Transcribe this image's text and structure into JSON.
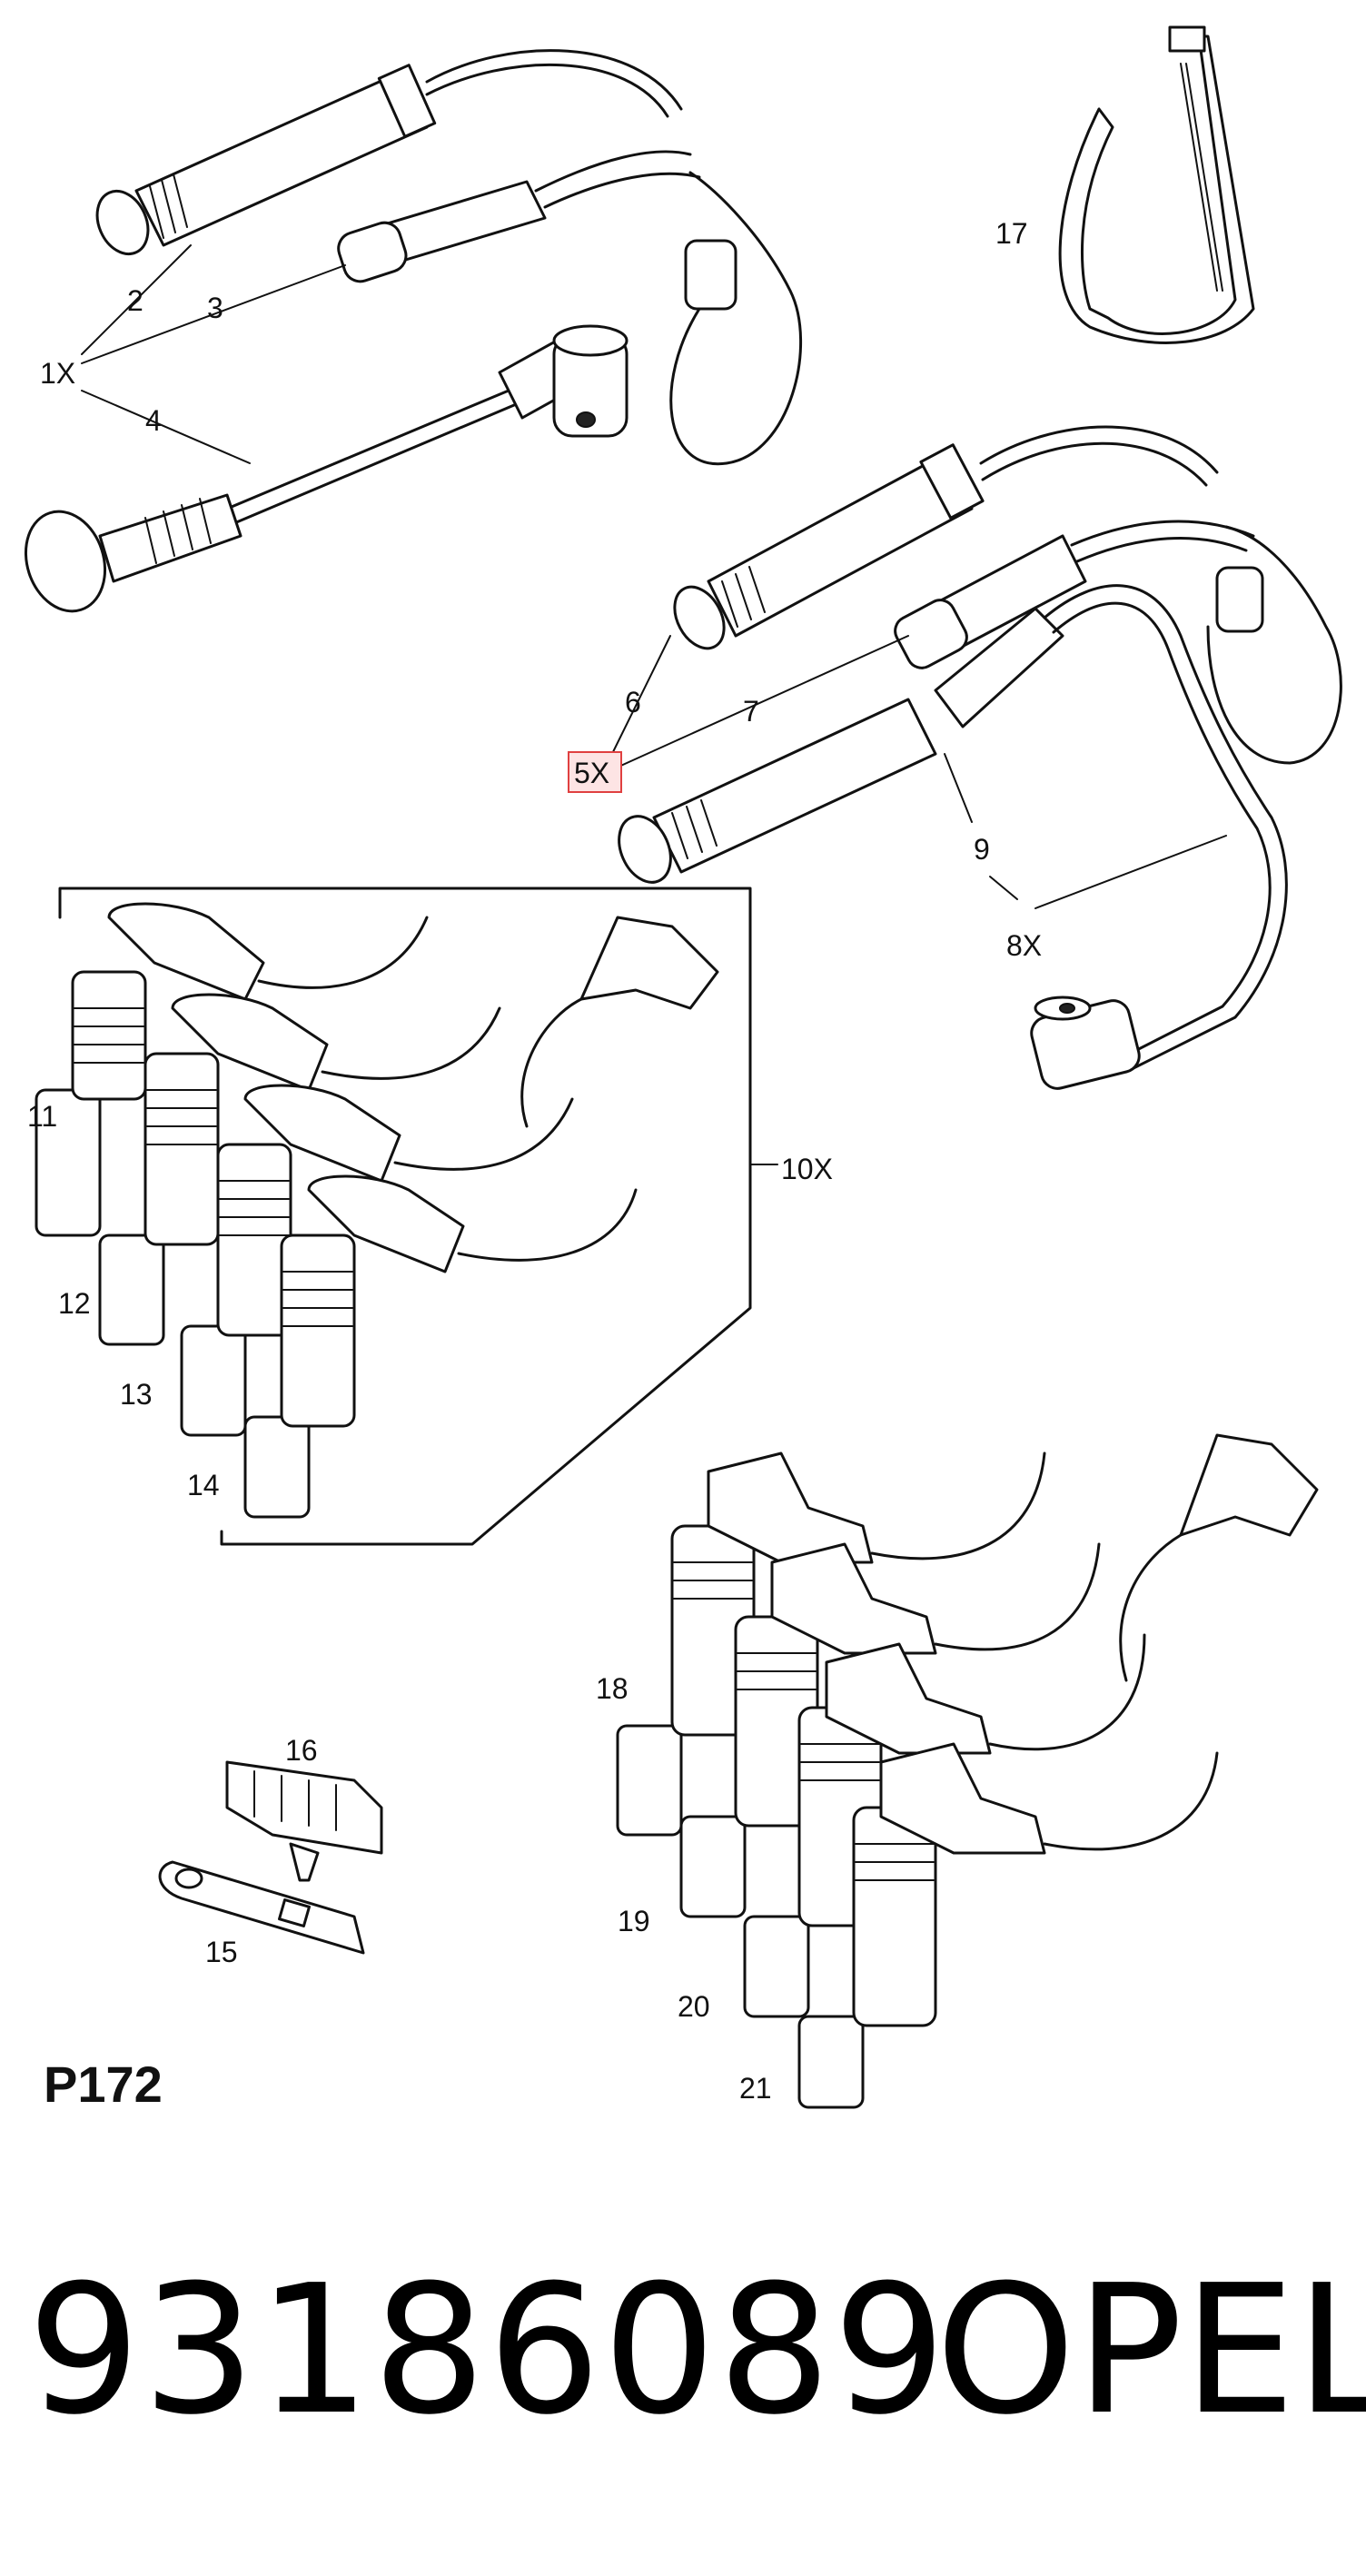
{
  "diagram": {
    "code": "P172",
    "callouts": {
      "c1x": "1X",
      "c2": "2",
      "c3": "3",
      "c4": "4",
      "c5x": "5X",
      "c6": "6",
      "c7": "7",
      "c8x": "8X",
      "c9": "9",
      "c10x": "10X",
      "c11": "11",
      "c12": "12",
      "c13": "13",
      "c14": "14",
      "c15": "15",
      "c16": "16",
      "c17": "17",
      "c18": "18",
      "c19": "19",
      "c20": "20",
      "c21": "21"
    },
    "highlighted_callout": "5X",
    "highlight_color": "#e04040"
  },
  "footer": {
    "part_number": "93186089",
    "brand": "OPEL"
  }
}
